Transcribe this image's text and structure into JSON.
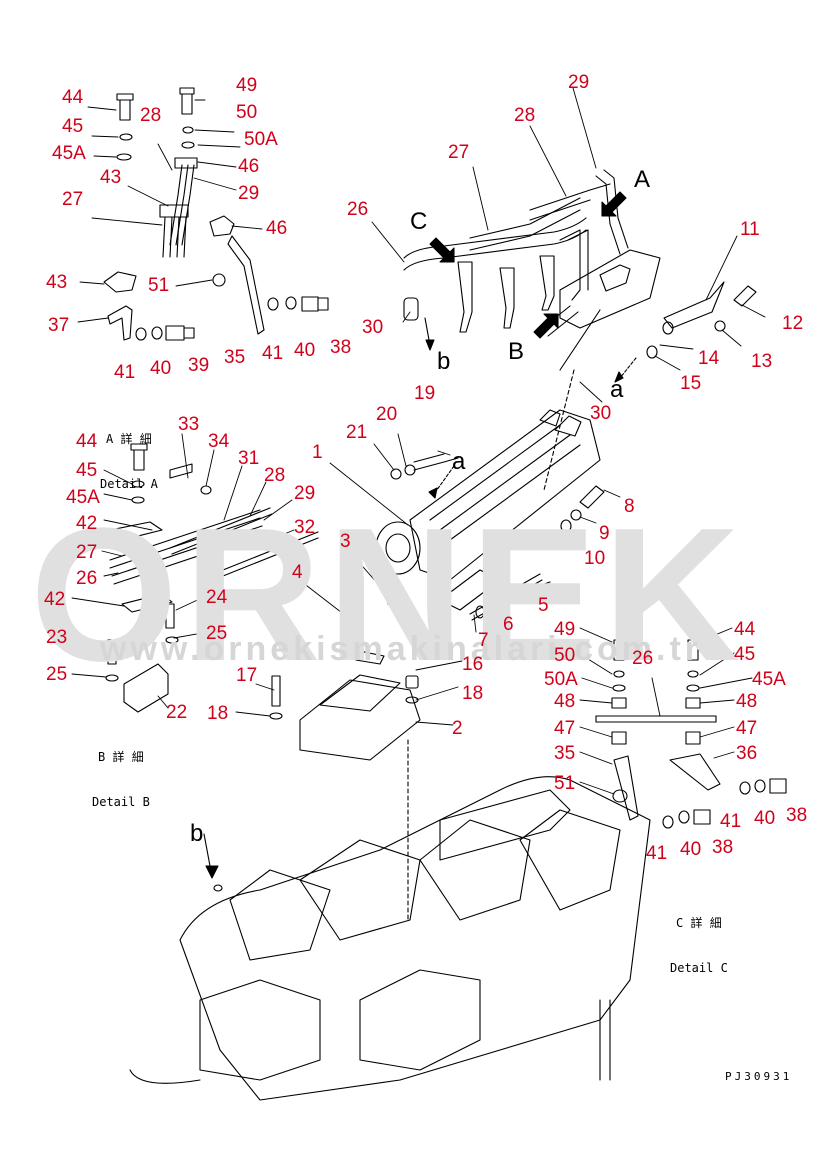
{
  "watermark": {
    "brand": "ORNEK",
    "url": "www.ornekismakinalari.com.tr"
  },
  "drawing_code": "PJ30931",
  "details": {
    "a": {
      "jp": "A 詳 細",
      "en": "Detail A"
    },
    "b": {
      "jp": "B 詳 細",
      "en": "Detail B"
    },
    "c": {
      "jp": "C 詳 細",
      "en": "Detail C"
    }
  },
  "letters": {
    "A": "A",
    "B": "B",
    "C": "C",
    "a1": "a",
    "a2": "a",
    "b1": "b",
    "b2": "b"
  },
  "callouts": [
    {
      "id": "c1",
      "label": "44"
    },
    {
      "id": "c2",
      "label": "45"
    },
    {
      "id": "c3",
      "label": "45A"
    },
    {
      "id": "c4",
      "label": "28"
    },
    {
      "id": "c5",
      "label": "43"
    },
    {
      "id": "c6",
      "label": "27"
    },
    {
      "id": "c7",
      "label": "43"
    },
    {
      "id": "c8",
      "label": "37"
    },
    {
      "id": "c9",
      "label": "41"
    },
    {
      "id": "c10",
      "label": "40"
    },
    {
      "id": "c11",
      "label": "39"
    },
    {
      "id": "c12",
      "label": "49"
    },
    {
      "id": "c13",
      "label": "50"
    },
    {
      "id": "c14",
      "label": "50A"
    },
    {
      "id": "c15",
      "label": "46"
    },
    {
      "id": "c16",
      "label": "29"
    },
    {
      "id": "c17",
      "label": "46"
    },
    {
      "id": "c18",
      "label": "51"
    },
    {
      "id": "c19",
      "label": "35"
    },
    {
      "id": "c20",
      "label": "41"
    },
    {
      "id": "c21",
      "label": "40"
    },
    {
      "id": "c22",
      "label": "38"
    },
    {
      "id": "c23",
      "label": "29"
    },
    {
      "id": "c24",
      "label": "28"
    },
    {
      "id": "c25",
      "label": "27"
    },
    {
      "id": "c26",
      "label": "26"
    },
    {
      "id": "c27",
      "label": "30"
    },
    {
      "id": "c28",
      "label": "11"
    },
    {
      "id": "c29",
      "label": "12"
    },
    {
      "id": "c30",
      "label": "13"
    },
    {
      "id": "c31",
      "label": "14"
    },
    {
      "id": "c32",
      "label": "15"
    },
    {
      "id": "c33",
      "label": "30"
    },
    {
      "id": "c34",
      "label": "19"
    },
    {
      "id": "c35",
      "label": "20"
    },
    {
      "id": "c36",
      "label": "21"
    },
    {
      "id": "c37",
      "label": "1"
    },
    {
      "id": "c38",
      "label": "8"
    },
    {
      "id": "c39",
      "label": "9"
    },
    {
      "id": "c40",
      "label": "10"
    },
    {
      "id": "c41",
      "label": "3"
    },
    {
      "id": "c42",
      "label": "4"
    },
    {
      "id": "c43",
      "label": "5"
    },
    {
      "id": "c44",
      "label": "6"
    },
    {
      "id": "c45",
      "label": "7"
    },
    {
      "id": "c46",
      "label": "16"
    },
    {
      "id": "c47",
      "label": "18"
    },
    {
      "id": "c48",
      "label": "17"
    },
    {
      "id": "c49",
      "label": "18"
    },
    {
      "id": "c50",
      "label": "2"
    },
    {
      "id": "c51",
      "label": "44"
    },
    {
      "id": "c52",
      "label": "33"
    },
    {
      "id": "c53",
      "label": "34"
    },
    {
      "id": "c54",
      "label": "45"
    },
    {
      "id": "c55",
      "label": "31"
    },
    {
      "id": "c56",
      "label": "28"
    },
    {
      "id": "c57",
      "label": "45A"
    },
    {
      "id": "c58",
      "label": "29"
    },
    {
      "id": "c59",
      "label": "42"
    },
    {
      "id": "c60",
      "label": "32"
    },
    {
      "id": "c61",
      "label": "27"
    },
    {
      "id": "c62",
      "label": "26"
    },
    {
      "id": "c63",
      "label": "42"
    },
    {
      "id": "c64",
      "label": "24"
    },
    {
      "id": "c65",
      "label": "23"
    },
    {
      "id": "c66",
      "label": "25"
    },
    {
      "id": "c67",
      "label": "25"
    },
    {
      "id": "c68",
      "label": "22"
    },
    {
      "id": "c69",
      "label": "49"
    },
    {
      "id": "c70",
      "label": "26"
    },
    {
      "id": "c71",
      "label": "44"
    },
    {
      "id": "c72",
      "label": "50"
    },
    {
      "id": "c73",
      "label": "45"
    },
    {
      "id": "c74",
      "label": "50A"
    },
    {
      "id": "c75",
      "label": "45A"
    },
    {
      "id": "c76",
      "label": "48"
    },
    {
      "id": "c77",
      "label": "48"
    },
    {
      "id": "c78",
      "label": "47"
    },
    {
      "id": "c79",
      "label": "47"
    },
    {
      "id": "c80",
      "label": "35"
    },
    {
      "id": "c81",
      "label": "36"
    },
    {
      "id": "c82",
      "label": "51"
    },
    {
      "id": "c83",
      "label": "41"
    },
    {
      "id": "c84",
      "label": "40"
    },
    {
      "id": "c85",
      "label": "38"
    },
    {
      "id": "c86",
      "label": "41"
    },
    {
      "id": "c87",
      "label": "40"
    },
    {
      "id": "c88",
      "label": "38"
    }
  ]
}
